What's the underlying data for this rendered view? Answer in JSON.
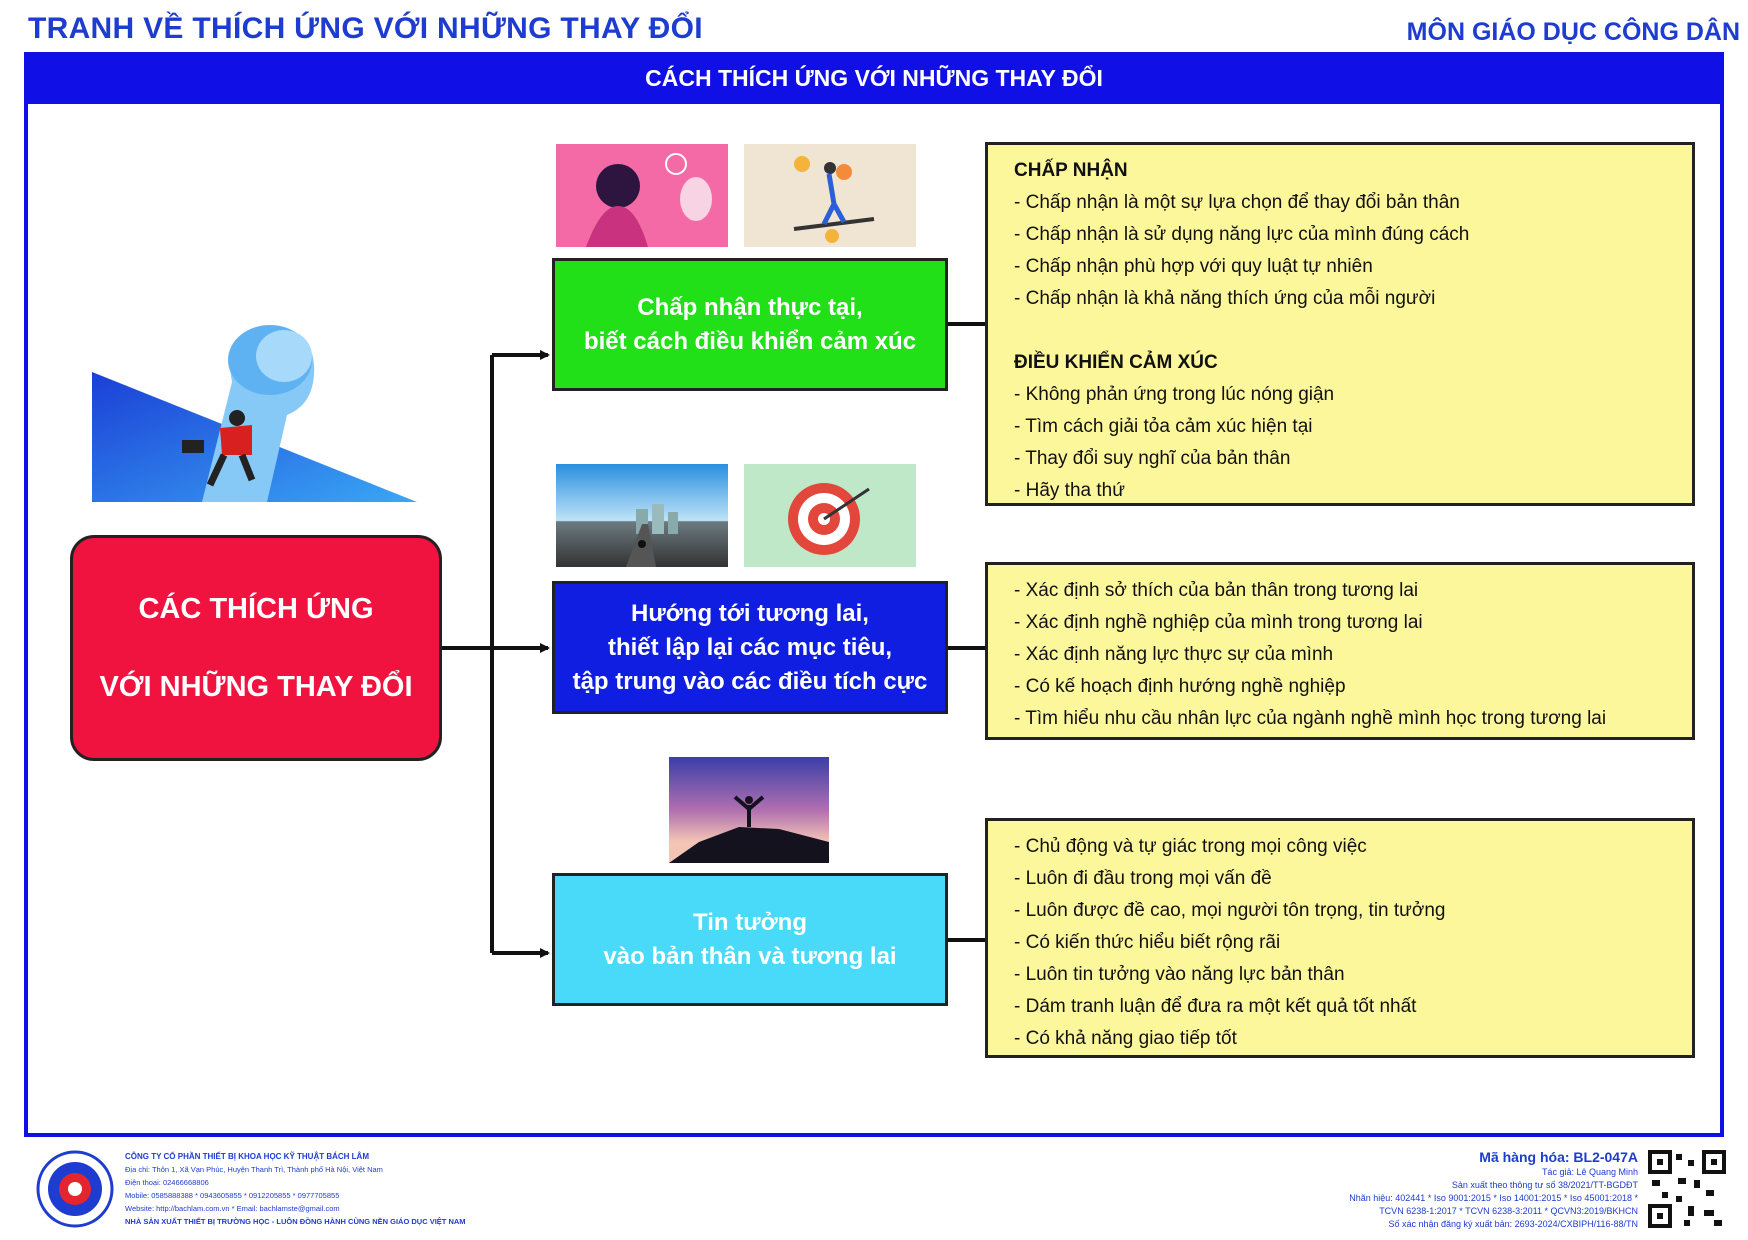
{
  "header": {
    "title": "TRANH VỀ THÍCH ỨNG VỚI NHỮNG THAY ĐỔI",
    "subject": "MÔN GIÁO DỤC CÔNG DÂN"
  },
  "band_title": "CÁCH THÍCH ỨNG VỚI NHỮNG THAY ĐỔI",
  "central": {
    "line1": "CÁC THÍCH ỨNG",
    "line2": "VỚI NHỮNG THAY ĐỔI"
  },
  "branches": [
    {
      "line1": "Chấp nhận thực tại,",
      "line2": "biết cách điều khiển cảm xúc",
      "color": "#22e017"
    },
    {
      "line1": "Hướng tới tương lai,",
      "line2": "thiết lập lại các mục tiêu,",
      "line3": "tập trung vào các điều tích cực",
      "color": "#0f1ee0"
    },
    {
      "line1": "Tin tưởng",
      "line2": "vào bản thân và tương lai",
      "color": "#49dafa"
    }
  ],
  "panels": {
    "p1": {
      "heading1": "CHẤP NHẬN",
      "items1": [
        "- Chấp nhận là một sự lựa chọn để thay đổi bản thân",
        "- Chấp nhận là sử dụng năng lực của mình đúng cách",
        "- Chấp nhận phù hợp với quy luật tự nhiên",
        "- Chấp nhận là khả năng thích ứng của mỗi người"
      ],
      "heading2": "ĐIỀU KHIỂN CẢM XÚC",
      "items2": [
        "- Không phản ứng trong lúc nóng giận",
        "- Tìm cách giải tỏa cảm xúc hiện tại",
        "- Thay đổi suy nghĩ của bản thân",
        "- Hãy tha thứ"
      ]
    },
    "p2": {
      "items": [
        "- Xác định sở thích của bản thân trong tương lai",
        "- Xác định nghề nghiệp của mình trong tương lai",
        "- Xác định năng lực thực sự của mình",
        "- Có kế hoạch định hướng nghề nghiệp",
        "- Tìm hiểu nhu cầu nhân lực của ngành nghề mình học trong tương lai"
      ]
    },
    "p3": {
      "items": [
        "- Chủ động và tự giác trong mọi công việc",
        "- Luôn đi đầu trong mọi vấn đề",
        "- Luôn được đề cao, mọi người tôn trọng, tin tưởng",
        "- Có kiến thức hiểu biết rộng rãi",
        "- Luôn tin tưởng vào năng lực bản thân",
        "- Dám tranh luận để đưa ra một kết quả tốt nhất",
        "- Có khả năng giao tiếp tốt"
      ]
    }
  },
  "footer": {
    "company": "CÔNG TY CỔ PHẦN THIẾT BỊ KHOA HỌC KỸ THUẬT BÁCH LÂM",
    "address": "Địa chỉ: Thôn 1, Xã Vạn Phúc, Huyện Thanh Trì, Thành phố Hà Nội, Việt Nam",
    "phone": "Điện thoại: 02466668806",
    "mobile": "Mobile: 0585888388 * 0943605855 * 0912205855 * 0977705855",
    "web": "Website: http://bachlam.com.vn * Email: bachlamste@gmail.com",
    "slogan": "NHÀ SẢN XUẤT THIẾT BỊ TRƯỜNG HỌC - LUÔN ĐỒNG HÀNH CÙNG NỀN GIÁO DỤC VIỆT NAM",
    "code": "Mã hàng hóa: BL2-047A",
    "author": "Tác giả: Lê Quang Minh",
    "production": "Sản xuất theo thông tư số 38/2021/TT-BGDĐT",
    "standards1": "Nhãn hiệu: 402441 * Iso 9001:2015 * Iso 14001:2015 * Iso 45001:2018 *",
    "standards2": "TCVN 6238-1:2017 * TCVN 6238-3:2011 * QCVN3:2019/BKHCN",
    "registration": "Số xác nhận đăng ký xuất bản: 2693-2024/CXBIPH/116-88/TN"
  }
}
